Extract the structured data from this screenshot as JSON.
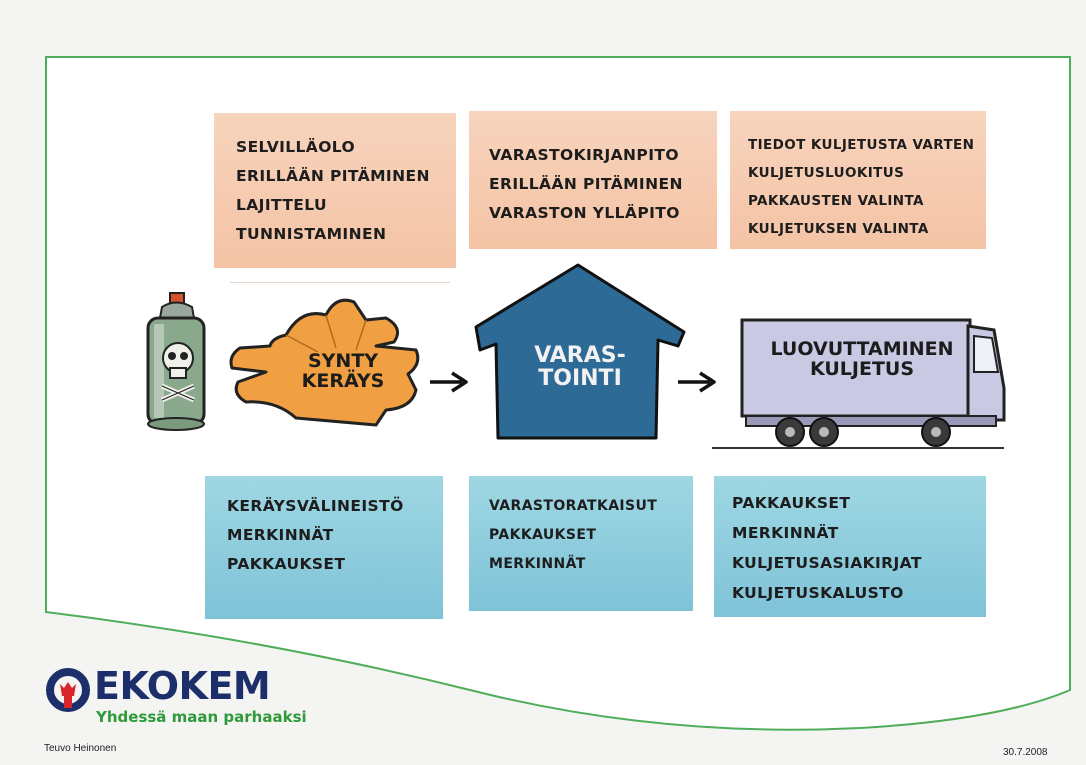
{
  "top_boxes": [
    {
      "lines": [
        "Selvilläolo",
        "Erillään pitäminen",
        "Lajittelu",
        "Tunnistaminen"
      ]
    },
    {
      "lines": [
        "Varastokirjanpito",
        "Erillään pitäminen",
        "Varaston ylläpito"
      ]
    },
    {
      "lines": [
        "Tiedot kuljetusta varten",
        "Kuljetusluokitus",
        "Pakkausten valinta",
        "Kuljetuksen valinta"
      ]
    }
  ],
  "bottom_boxes": [
    {
      "lines": [
        "Keräysvälineistö",
        "Merkinnät",
        "Pakkaukset"
      ]
    },
    {
      "lines": [
        "Varastoratkaisut",
        "Pakkaukset",
        "Merkinnät"
      ]
    },
    {
      "lines": [
        "Pakkaukset",
        "Merkinnät",
        "Kuljetusasiakirjat",
        "Kuljetuskalusto"
      ]
    }
  ],
  "stages": {
    "collection": {
      "line1": "Synty",
      "line2": "Keräys"
    },
    "storage": {
      "line1": "Varas-",
      "line2": "tointi"
    },
    "transport": {
      "line1": "Luovuttaminen",
      "line2": "Kuljetus"
    }
  },
  "logo": {
    "name": "EKOKEM",
    "slogan": "Yhdessä maan parhaaksi"
  },
  "footer": {
    "author": "Teuvo Heinonen",
    "date": "30.7.2008"
  },
  "colors": {
    "frame_green": "#4fae5a",
    "peach": "#f4c3a5",
    "light_blue": "#8fcddd",
    "glove_orange": "#f0a043",
    "house_blue": "#2d6a96",
    "truck_lavender": "#c9c9e4",
    "logo_navy": "#1d2f6b",
    "logo_red": "#d9262b",
    "logo_green": "#2e9a3a"
  }
}
